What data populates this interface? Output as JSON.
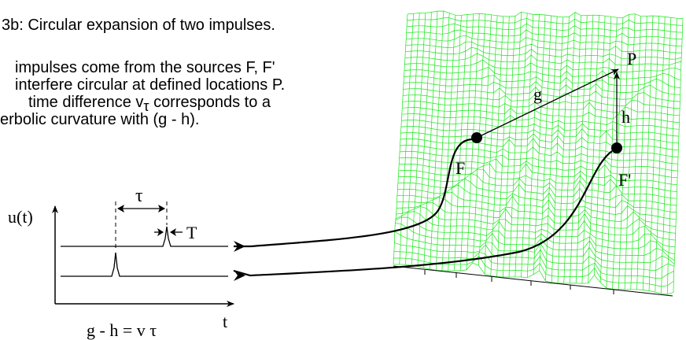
{
  "caption": {
    "title": "3b: Circular expansion of two impulses.",
    "line1": "impulses come from the sources F, F'",
    "line2": "interfere circular at defined locations P.",
    "line3_prefix": "time difference v",
    "line3_suffix": "corresponds to a",
    "line3_tau": "τ",
    "line4": "erbolic curvature with (g - h)."
  },
  "signal": {
    "y_label": "u(t)",
    "x_label": "t",
    "tau": "τ",
    "width_label": "T"
  },
  "equation": "g - h = v τ",
  "surface": {
    "point_P": "P",
    "point_F": "F",
    "point_F_prime": "F'",
    "vector_g": "g",
    "vector_h": "h",
    "mesh_color": "#19e619"
  }
}
